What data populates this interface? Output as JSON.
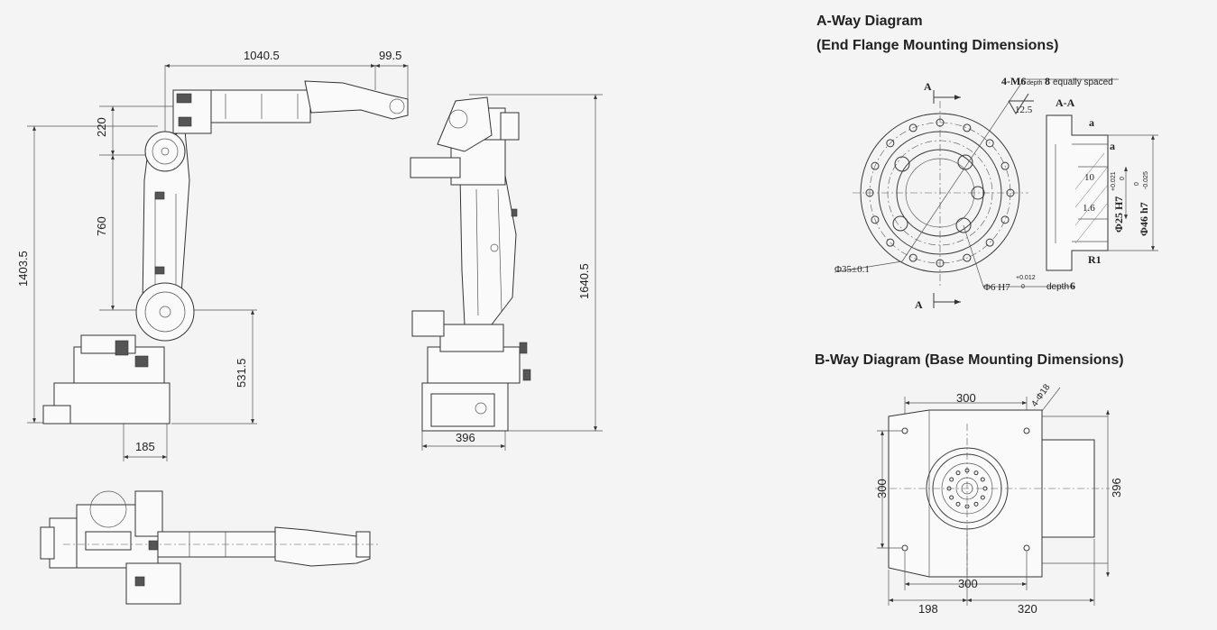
{
  "side_view": {
    "dim_reach": "1040.5",
    "dim_flange_offset": "99.5",
    "dim_upper_offset": "220",
    "dim_arm_length": "760",
    "dim_total_height": "1403.5",
    "dim_shoulder_height": "531.5",
    "dim_base_offset": "185"
  },
  "front_view": {
    "dim_height": "1640.5",
    "dim_base_width": "396"
  },
  "a_way": {
    "title_line1": "A-Way Diagram",
    "title_line2": "(End Flange Mounting Dimensions)",
    "thread_spec": "4-M6",
    "thread_depth_label": "depth",
    "thread_depth_value": "8",
    "thread_spacing": "equally spaced",
    "roughness": "12.5",
    "section_label": "A-A",
    "marker_a": "A",
    "pcd": "Φ35±0.1",
    "pin_hole": "Φ6 H7",
    "pin_tol_upper": "+0.012",
    "pin_tol_lower": "0",
    "pin_depth_label": "depth",
    "pin_depth_value": "6",
    "chamfer_label": "a",
    "dim_10": "10",
    "dim_1_6": "1.6",
    "bore_tol_upper": "+0.021",
    "bore_tol_lower": "0",
    "bore_dia": "Φ25 H7",
    "outer_tol_upper": "0",
    "outer_tol_lower": "-0.025",
    "outer_dia": "Φ46 h7",
    "radius": "R1"
  },
  "b_way": {
    "title": "B-Way Diagram (Base Mounting Dimensions)",
    "dim_top": "300",
    "dim_holes": "4-Φ18",
    "dim_left": "300",
    "dim_right": "396",
    "dim_bottom_inner": "300",
    "dim_bottom_left": "198",
    "dim_bottom_right": "320"
  }
}
